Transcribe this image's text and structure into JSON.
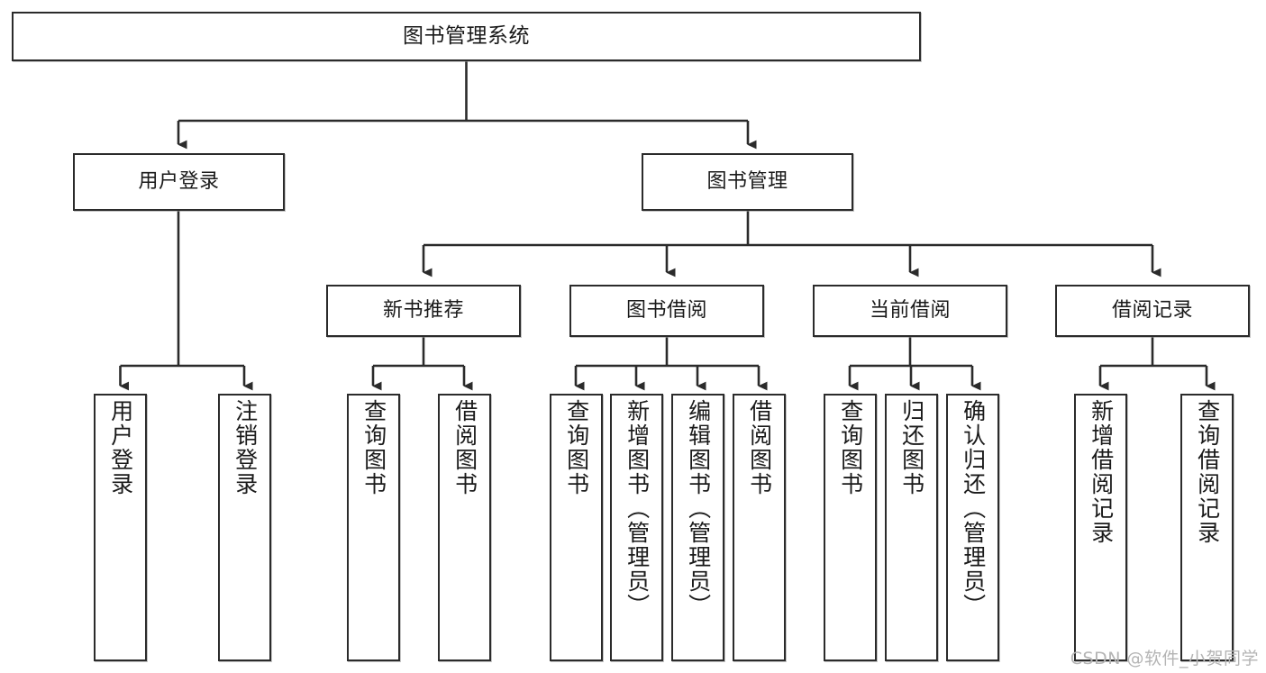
{
  "diagram": {
    "title": "图书管理系统",
    "type": "tree-hierarchy",
    "watermark": "CSDN @软件_小贺同学",
    "colors": {
      "box_border": "#2b2b2b",
      "box_fill": "#ffffff",
      "connector": "#2b2b2b",
      "text": "#1a1a1a",
      "watermark": "#b4b4b4"
    },
    "levels": {
      "root": {
        "label": "图书管理系统"
      },
      "level2": [
        {
          "label": "用户登录"
        },
        {
          "label": "图书管理"
        }
      ],
      "level3": [
        {
          "label": "新书推荐"
        },
        {
          "label": "图书借阅"
        },
        {
          "label": "当前借阅"
        },
        {
          "label": "借阅记录"
        }
      ],
      "leaves": {
        "user_login": [
          {
            "label": "用户登录"
          },
          {
            "label": "注销登录"
          }
        ],
        "new_book_recommend": [
          {
            "label": "查询图书"
          },
          {
            "label": "借阅图书"
          }
        ],
        "book_borrow": [
          {
            "label": "查询图书"
          },
          {
            "label": "新增图书（管理员）"
          },
          {
            "label": "编辑图书（管理员）"
          },
          {
            "label": "借阅图书"
          }
        ],
        "current_borrow": [
          {
            "label": "查询图书"
          },
          {
            "label": "归还图书"
          },
          {
            "label": "确认归还（管理员）"
          }
        ],
        "borrow_record": [
          {
            "label": "新增借阅记录"
          },
          {
            "label": "查询借阅记录"
          }
        ]
      }
    }
  }
}
